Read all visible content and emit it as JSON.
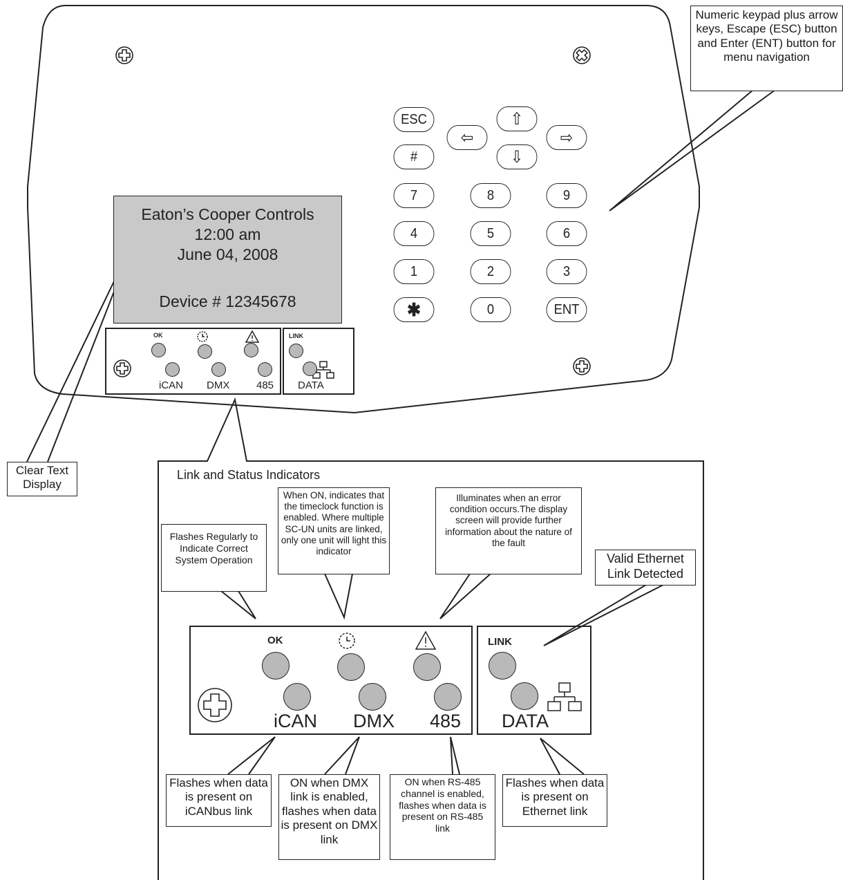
{
  "display": {
    "line1": "Eaton’s Cooper Controls",
    "line2": "12:00 am",
    "line3": "June 04, 2008",
    "line4": "Device # 12345678"
  },
  "keypad": {
    "esc": "ESC",
    "hash": "#",
    "ent": "ENT",
    "star": "✱",
    "k7": "7",
    "k8": "8",
    "k9": "9",
    "k4": "4",
    "k5": "5",
    "k6": "6",
    "k1": "1",
    "k2": "2",
    "k3": "3",
    "k0": "0",
    "left_arrow": "⇦",
    "up_arrow": "⇧",
    "down_arrow": "⇩",
    "right_arrow": "⇨"
  },
  "indicators": {
    "ok": "OK",
    "ican": "iCAN",
    "dmx": "DMX",
    "rs485": "485",
    "link": "LINK",
    "data": "DATA"
  },
  "callouts": {
    "keypad": "Numeric keypad plus arrow keys, Escape (ESC) button and Enter (ENT) button for menu navigation",
    "display": "Clear Text Display",
    "panel_title": "Link and Status Indicators",
    "ok": "Flashes Regularly to Indicate Correct System Operation",
    "timeclock": "When ON, indicates that the timeclock function is enabled. Where multiple SC-UN units are linked, only one unit will light this indicator",
    "error": "Illuminates when an error condition occurs.The display screen will provide further information about the nature of the fault",
    "link": "Valid Ethernet Link Detected",
    "ican": "Flashes when data is present on iCANbus link",
    "dmx": "ON when DMX link is enabled, flashes when data is present on DMX link",
    "rs485": "ON when RS-485 channel is enabled, flashes when data is present on RS-485 link",
    "data": "Flashes when data is present on Ethernet link"
  }
}
